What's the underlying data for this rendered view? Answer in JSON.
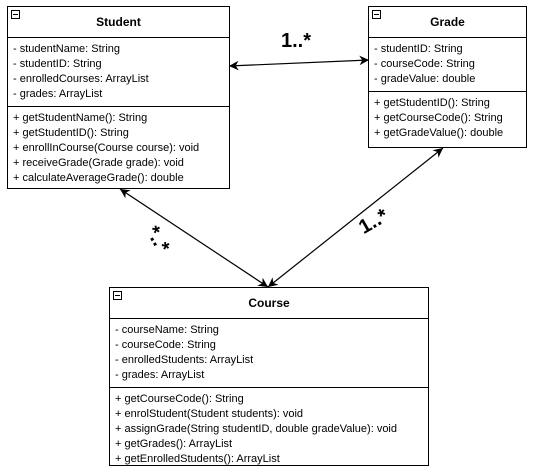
{
  "classes": {
    "student": {
      "name": "Student",
      "attributes": [
        "- studentName: String",
        "- studentID: String",
        "- enrolledCourses: ArrayList",
        "- grades: ArrayList"
      ],
      "methods": [
        "+ getStudentName(): String",
        "+ getStudentID(): String",
        "+ enrollInCourse(Course course): void",
        "+ receiveGrade(Grade grade): void",
        "+ calculateAverageGrade(): double"
      ]
    },
    "grade": {
      "name": "Grade",
      "attributes": [
        "- studentID: String",
        "- courseCode: String",
        "- gradeValue: double"
      ],
      "methods": [
        "+ getStudentID(): String",
        "+ getCourseCode(): String",
        "+ getGradeValue(): double"
      ]
    },
    "course": {
      "name": "Course",
      "attributes": [
        "- courseName: String",
        "- courseCode: String",
        "- enrolledStudents: ArrayList",
        "- grades: ArrayList"
      ],
      "methods": [
        "+ getCourseCode(): String",
        "+ enrolStudent(Student students): void",
        "+ assignGrade(String studentID, double gradeValue): void",
        "+ getGrades(): ArrayList",
        "+ getEnrolledStudents(): ArrayList"
      ]
    }
  },
  "associations": {
    "student_grade": "1..*",
    "student_course": "*..*",
    "grade_course": "1..*"
  },
  "colors": {
    "line": "#000000",
    "box_fill": "#ffffff"
  }
}
